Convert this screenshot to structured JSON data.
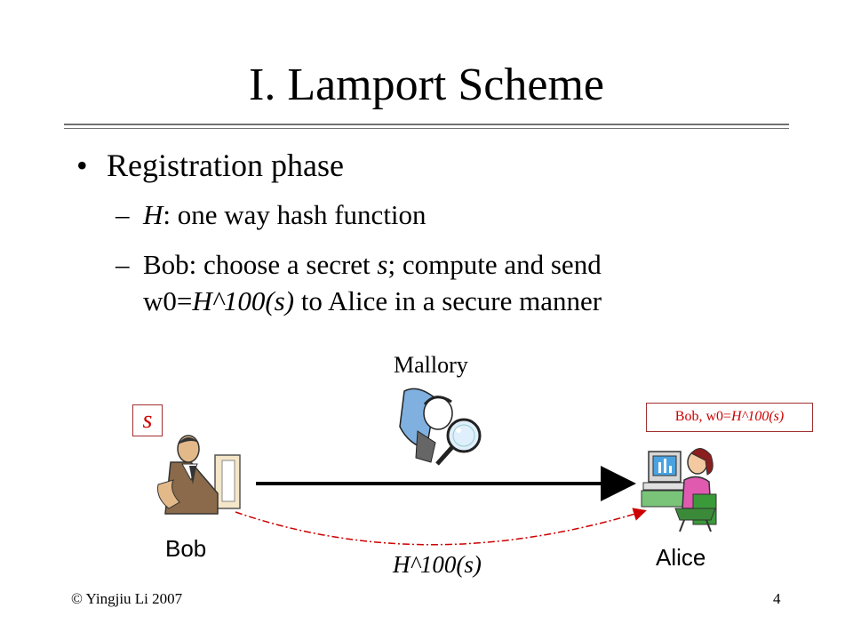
{
  "slide": {
    "title": "I. Lamport Scheme",
    "bullet": "Registration phase",
    "sub1": {
      "var": "H",
      "text": ": one way hash function"
    },
    "sub2": {
      "part1": "Bob: choose a secret ",
      "var": "s",
      "part2": "; compute and send",
      "cont_part1": "w0=",
      "cont_italic": "H^100(s)",
      "cont_part2": " to Alice  in a secure manner"
    },
    "diagram": {
      "mallory_label": "Mallory",
      "bob_label": "Bob",
      "alice_label": "Alice",
      "secret_label": "s",
      "store_prefix": "Bob, w0=",
      "store_italic": "H^100(s)",
      "message_label": "H^100(s)"
    },
    "footer": {
      "copyright": "© Yingjiu Li 2007",
      "page": "4"
    },
    "icons": [
      "bob-clipart-icon",
      "mallory-magnifier-icon",
      "alice-computer-icon"
    ],
    "colors": {
      "accent_red": "#cc0000",
      "rule_gray": "#707070"
    }
  }
}
